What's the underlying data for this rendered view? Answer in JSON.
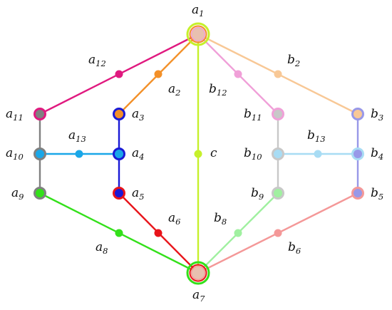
{
  "nodes": {
    "a1": {
      "base": "a",
      "sub": "1"
    },
    "a2": {
      "base": "a",
      "sub": "2"
    },
    "a3": {
      "base": "a",
      "sub": "3"
    },
    "a4": {
      "base": "a",
      "sub": "4"
    },
    "a5": {
      "base": "a",
      "sub": "5"
    },
    "a6": {
      "base": "a",
      "sub": "6"
    },
    "a7": {
      "base": "a",
      "sub": "7"
    },
    "a8": {
      "base": "a",
      "sub": "8"
    },
    "a9": {
      "base": "a",
      "sub": "9"
    },
    "a10": {
      "base": "a",
      "sub": "10"
    },
    "a11": {
      "base": "a",
      "sub": "11"
    },
    "a12": {
      "base": "a",
      "sub": "12"
    },
    "a13": {
      "base": "a",
      "sub": "13"
    },
    "b2": {
      "base": "b",
      "sub": "2"
    },
    "b3": {
      "base": "b",
      "sub": "3"
    },
    "b4": {
      "base": "b",
      "sub": "4"
    },
    "b5": {
      "base": "b",
      "sub": "5"
    },
    "b6": {
      "base": "b",
      "sub": "6"
    },
    "b8": {
      "base": "b",
      "sub": "8"
    },
    "b9": {
      "base": "b",
      "sub": "9"
    },
    "b10": {
      "base": "b",
      "sub": "10"
    },
    "b11": {
      "base": "b",
      "sub": "11"
    },
    "b12": {
      "base": "b",
      "sub": "12"
    },
    "b13": {
      "base": "b",
      "sub": "13"
    },
    "c": {
      "base": "c",
      "sub": ""
    }
  },
  "colors": {
    "a12_path": "#e0197f",
    "a2_path": "#f39028",
    "a3_a5_path": "#1a1ad6",
    "a10_a4_path": "#1aa7e8",
    "a11_a9_path": "#808080",
    "a5_a7_path": "#e8141a",
    "a9_a7_path": "#33e01a",
    "c_path": "#c6f02b",
    "b12_path": "#f0a0d8",
    "b2_path": "#f8c896",
    "b11_b9_path": "#c8c8c8",
    "b10_b4_path": "#a8dcf4",
    "b3_b5_path": "#9898e8",
    "b9_a7_path": "#a0f0a0",
    "b5_a7_path": "#f49898",
    "hub_fill": "#e8c0b0"
  }
}
